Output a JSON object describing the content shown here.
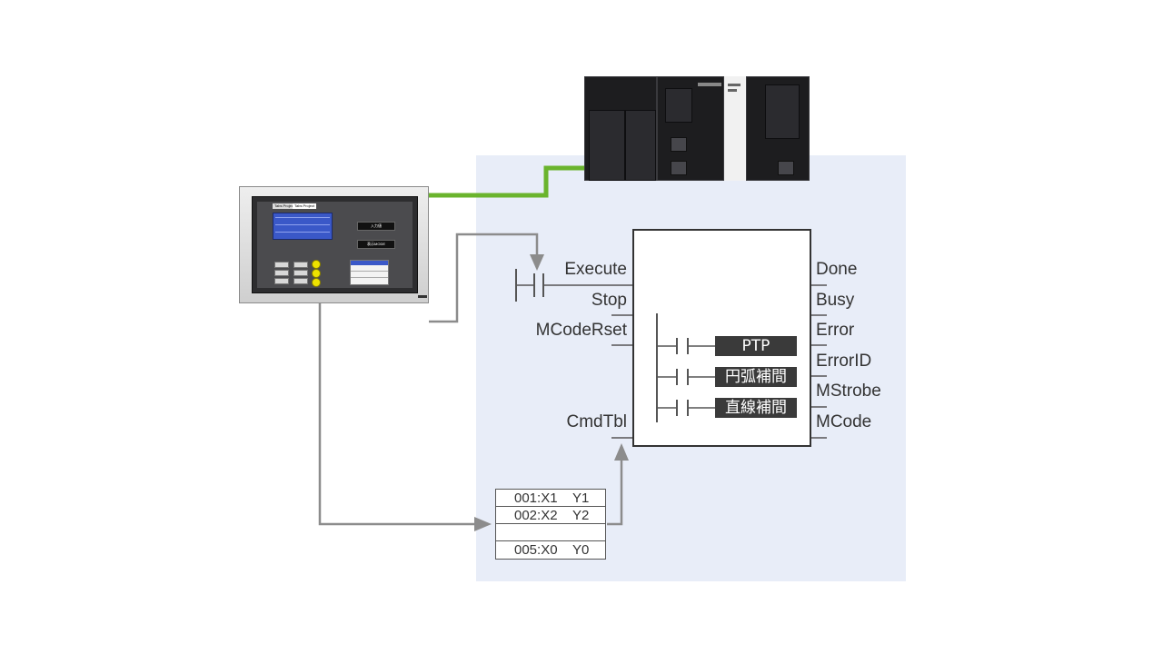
{
  "colors": {
    "background_panel": "#e8edf8",
    "network_cable": "#6ab42d",
    "signal_line": "#8c8c8c",
    "block_border": "#333333",
    "tag_fill": "#3a3a3a"
  },
  "hardware": {
    "controller": {
      "icon": "plc-controller-icon"
    },
    "hmi": {
      "icon": "hmi-touch-panel-icon",
      "tabs": [
        "Tabs Project",
        "Tabs Project"
      ],
      "fields": [
        "入力値",
        "表示MODE"
      ]
    }
  },
  "function_block": {
    "inputs": [
      "Execute",
      "Stop",
      "MCodeRset",
      "CmdTbl"
    ],
    "outputs": [
      "Done",
      "Busy",
      "Error",
      "ErrorID",
      "MStrobe",
      "MCode"
    ],
    "modes": [
      "PTP",
      "円弧補間",
      "直線補間"
    ]
  },
  "command_table": {
    "rows": [
      "001:X1    Y1",
      "002:X2    Y2",
      "",
      "005:X0    Y0"
    ]
  }
}
